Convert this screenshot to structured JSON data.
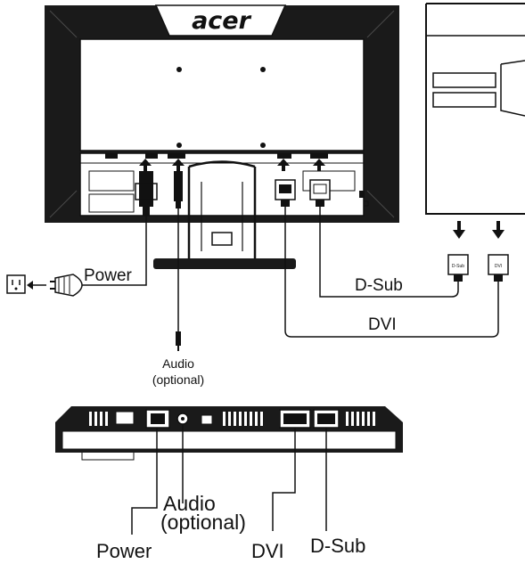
{
  "brand": {
    "logo_text": "acer"
  },
  "labels": {
    "power_top": "Power",
    "dsub_top": "D-Sub",
    "dvi_top": "DVI",
    "audio_top_1": "Audio",
    "audio_top_2": "(optional)",
    "audio_bottom_1": "Audio",
    "audio_bottom_2": "(optional)",
    "power_bottom": "Power",
    "dvi_bottom": "DVI",
    "dsub_bottom": "D-Sub",
    "pc_port_dsub": "D-Sub",
    "pc_port_dvi": "DVI"
  },
  "icons": [
    "power-outlet-icon",
    "power-plug-icon",
    "arrow-down-icon",
    "arrow-up-icon"
  ],
  "colors": {
    "ink": "#111111",
    "bezel": "#1a1a1a",
    "panel": "#ffffff"
  }
}
